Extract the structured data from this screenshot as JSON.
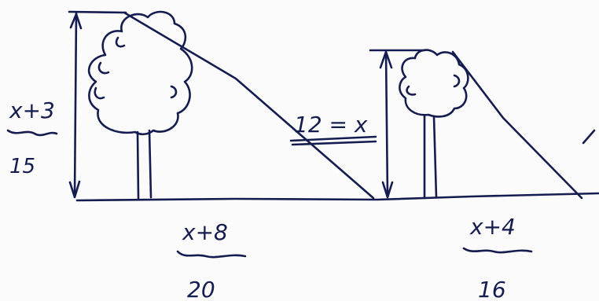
{
  "colors": {
    "ink": "#151c4f",
    "paper": "#fbfbfb"
  },
  "icons": {
    "large_tree": "tree-icon",
    "small_tree": "tree-icon"
  },
  "labels": {
    "big_height_expr": "x+3",
    "big_height_value": "15",
    "big_shadow_expr": "x+8",
    "big_shadow_value": "20",
    "small_height_expr": "12 = x",
    "small_shadow_expr": "x+4",
    "small_shadow_value": "16"
  }
}
